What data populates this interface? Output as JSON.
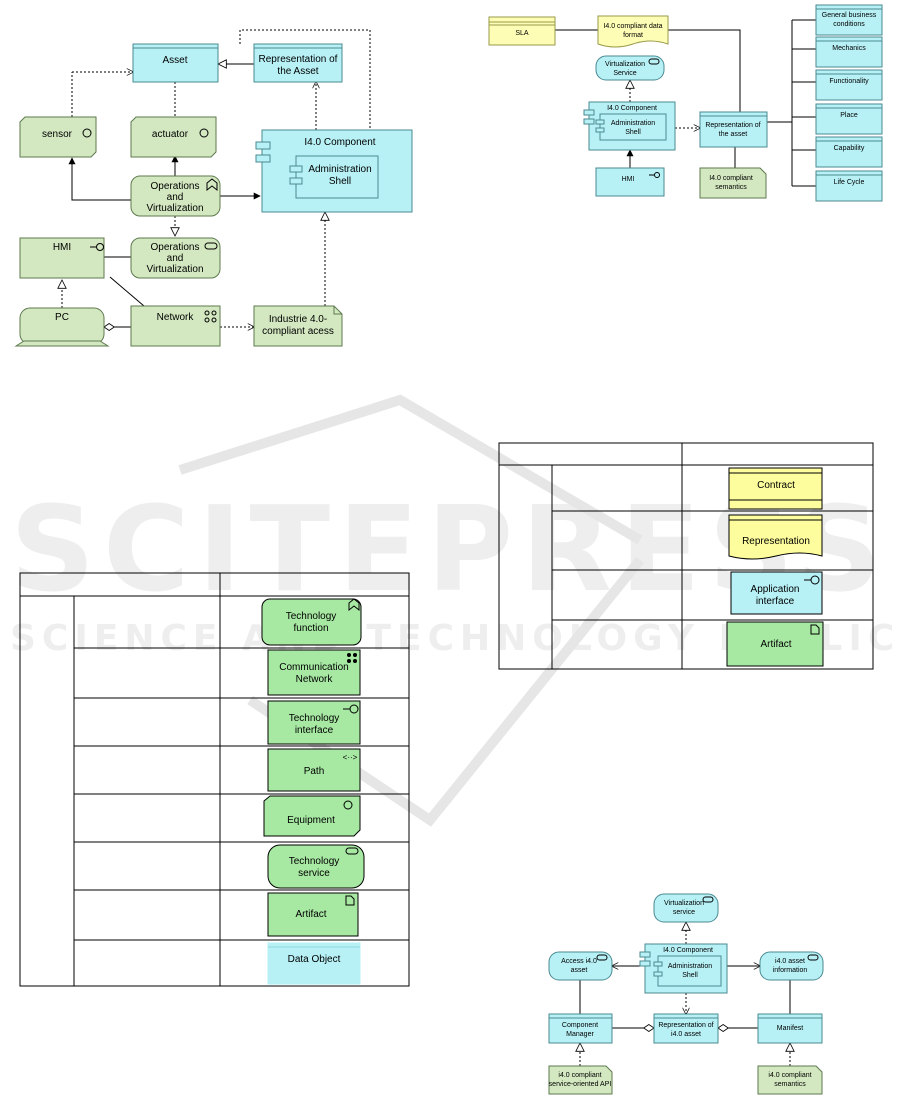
{
  "colors": {
    "tech_green": "#d3e8c1",
    "tech_green_border": "#5e7a4e",
    "app_cyan": "#b7f1f6",
    "app_cyan_border": "#4a8a92",
    "business_yellow": "#fdfdb5",
    "artifact_green": "#a7e9a3",
    "contract_yellow": "#fdfd9d",
    "watermark": "#cfcfcf"
  },
  "watermark": {
    "main": "SCITEPRESS",
    "sub": "SCIENCE AND TECHNOLOGY PUBLICATIONS"
  },
  "diagram_top_left": {
    "asset": "Asset",
    "representation_line1": "Representation of",
    "representation_line2": "the Asset",
    "sensor": "sensor",
    "actuator": "actuator",
    "i40_component": "I4.0 Component",
    "admin_shell_line1": "Administration",
    "admin_shell_line2": "Shell",
    "ops_function_line1": "Operations",
    "ops_function_line2": "and",
    "ops_function_line3": "Virtualization",
    "hmi": "HMI",
    "ops_service_line1": "Operations",
    "ops_service_line2": "and",
    "ops_service_line3": "Virtualization",
    "pc": "PC",
    "network": "Network",
    "compliant_access_line1": "Industrie 4.0-",
    "compliant_access_line2": "compliant acess"
  },
  "diagram_top_right": {
    "sla": "SLA",
    "data_format_line1": "I4.0 compliant data",
    "data_format_line2": "format",
    "virtualization_line1": "Virtualization",
    "virtualization_line2": "Service",
    "i40_component": "I4.0 Component",
    "admin_shell_line1": "Administration",
    "admin_shell_line2": "Shell",
    "hmi": "HMI",
    "representation_line1": "Representation of",
    "representation_line2": "the asset",
    "semantics_line1": "I4.0 compliant",
    "semantics_line2": "semantics",
    "aspect_general_line1": "General business",
    "aspect_general_line2": "conditions",
    "aspect_mechanics": "Mechanics",
    "aspect_functionality": "Functionality",
    "aspect_place": "Place",
    "aspect_capability": "Capability",
    "aspect_lifecycle": "Life Cycle"
  },
  "table_left": {
    "symbols": [
      "Technology function",
      "Communication Network",
      "Technology interface",
      "Path",
      "Equipment",
      "Technology service",
      "Artifact",
      "Data Object"
    ]
  },
  "table_right": {
    "symbols": [
      "Contract",
      "Representation",
      "Application interface",
      "Artifact"
    ]
  },
  "diagram_bottom_right": {
    "virtualization_line1": "Virtualization",
    "virtualization_line2": "service",
    "i40_component": "I4.0 Component",
    "admin_shell_line1": "Administration",
    "admin_shell_line2": "Shell",
    "access_line1": "Access i4.0",
    "access_line2": "asset",
    "information_line1": "i4.0 asset",
    "information_line2": "information",
    "component_manager_line1": "Component",
    "component_manager_line2": "Manager",
    "representation_line1": "Representation of",
    "representation_line2": "i4.0 asset",
    "manifest": "Manifest",
    "api_line1": "i4.0 compliant",
    "api_line2": "service-oriented API",
    "semantics_line1": "i4.0 compliant",
    "semantics_line2": "semantics"
  }
}
